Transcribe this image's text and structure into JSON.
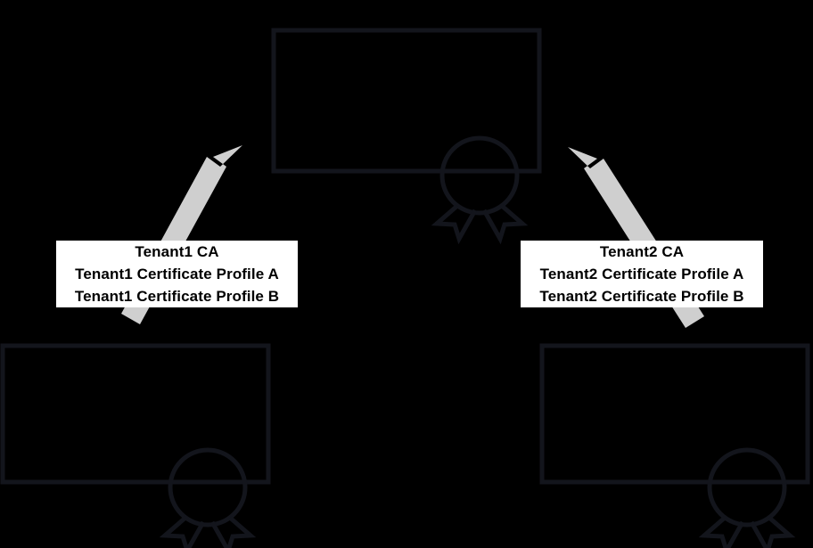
{
  "diagram": {
    "title": "Multi-tenant certificate authority diagram",
    "background_color": "#000000",
    "stroke_color": "#13151c",
    "arrow_color": "#cfcfcf",
    "label_background": "#ffffff",
    "label_text_color": "#000000"
  },
  "nodes": [
    {
      "id": "root-certificate",
      "icon": "certificate-icon",
      "position": "top-center"
    },
    {
      "id": "tenant1-certificate",
      "icon": "certificate-icon",
      "position": "bottom-left"
    },
    {
      "id": "tenant2-certificate",
      "icon": "certificate-icon",
      "position": "bottom-right"
    }
  ],
  "labels": [
    {
      "id": "tenant1-label",
      "lines": [
        "Tenant1 CA",
        "Tenant1 Certificate Profile A",
        "Tenant1 Certificate Profile B"
      ]
    },
    {
      "id": "tenant2-label",
      "lines": [
        "Tenant2 CA",
        "Tenant2 Certificate Profile A",
        "Tenant2 Certificate Profile B"
      ]
    }
  ],
  "connectors": [
    {
      "id": "tenant1-to-root-arrow",
      "from": "tenant1-certificate",
      "to": "root-certificate",
      "direction": "up-right"
    },
    {
      "id": "tenant2-to-root-arrow",
      "from": "tenant2-certificate",
      "to": "root-certificate",
      "direction": "up-left"
    }
  ]
}
